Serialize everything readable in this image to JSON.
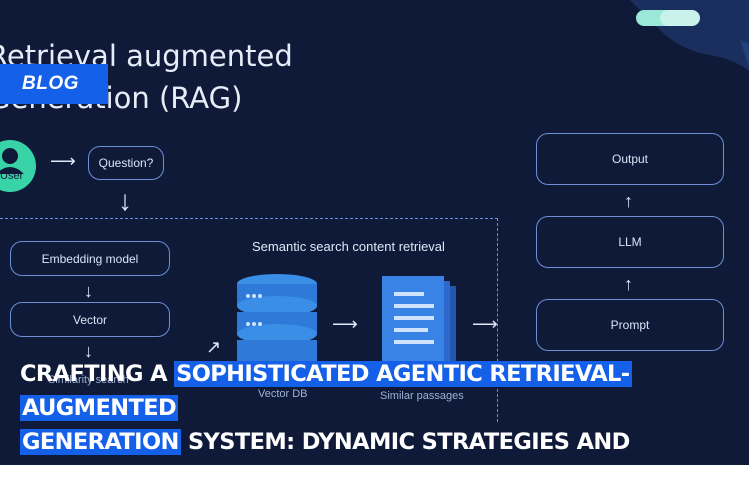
{
  "badge": "BLOG",
  "diagram": {
    "title_line1": "Retrieval augmented",
    "title_line2": "Generation (RAG)",
    "user": "User",
    "question": "Question?",
    "embedding_model": "Embedding model",
    "vector": "Vector",
    "similarity_search": "Similarity search",
    "section_label": "Semantic search content retrieval",
    "vector_db": "Vector DB",
    "similar_passages": "Similar passages",
    "output": "Output",
    "llm": "LLM",
    "prompt": "Prompt",
    "arrow_right": "⟶",
    "arrow_down": "↓",
    "arrow_up": "↑"
  },
  "headline": {
    "part1": "CRAFTING A ",
    "highlight1": "SOPHISTICATED AGENTIC RETRIEVAL-AUGMENTED",
    "highlight2": "GENERATION",
    "part2": " SYSTEM: DYNAMIC STRATEGIES AND INTELLIGENT RETRIEVAL"
  },
  "colors": {
    "hero_bg": "#0e1a38",
    "accent": "#1560e8",
    "teal": "#39d3a8"
  }
}
